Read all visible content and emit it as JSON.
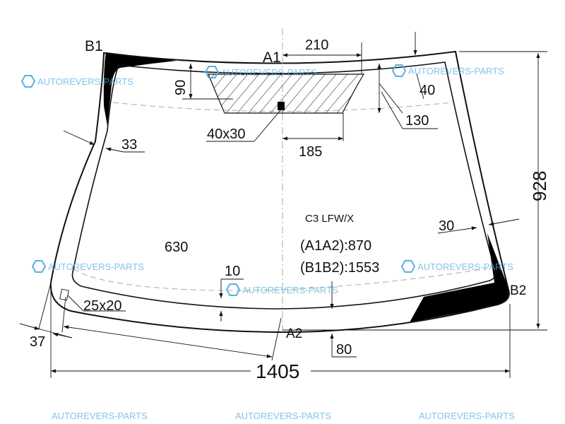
{
  "watermark": {
    "text": "AUTOREVERS-PARTS",
    "logo": "AR",
    "color": "#5ab0e0"
  },
  "labels": {
    "b1": "B1",
    "a1": "A1",
    "a2": "A2",
    "b2": "B2",
    "model": "C3 LFW/X",
    "a1a2": "(A1A2):870",
    "b1b2": "(B1B2):1553"
  },
  "dimensions": {
    "d210": "210",
    "d90": "90",
    "d40": "40",
    "d130": "130",
    "d40x30": "40x30",
    "d185": "185",
    "d33": "33",
    "d928": "928",
    "d30": "30",
    "d630": "630",
    "d10": "10",
    "d25x20": "25x20",
    "d37": "37",
    "d80": "80",
    "d1405": "1405"
  },
  "colors": {
    "line": "#111111",
    "dashed": "#aaaaaa",
    "fill": "#000000"
  }
}
